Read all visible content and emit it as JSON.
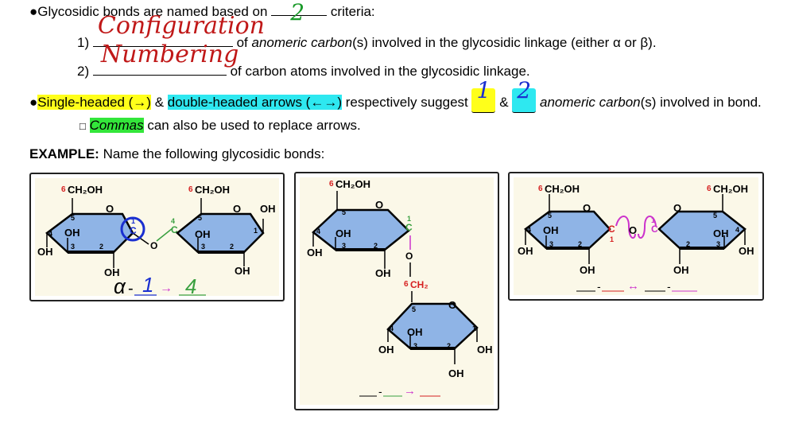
{
  "line1": {
    "bullet": "●",
    "prefix": "Glycosidic bonds are named based on ",
    "answer": "2",
    "suffix": " criteria:"
  },
  "item1": {
    "num": "1)",
    "answer": "Configuration",
    "rest_italic": "anomeric carbon",
    "rest1": "(s) involved in the glycosidic linkage (either ",
    "alpha": "α",
    "or": " or ",
    "beta": "β",
    "close": ")."
  },
  "item1_of": " of ",
  "item2": {
    "num": "2)",
    "answer": "Numbering",
    "rest": " of carbon atoms involved in the glycosidic linkage."
  },
  "line4": {
    "bullet": "●",
    "single": "Single-headed (→)",
    "amp1": " & ",
    "double": "double-headed arrows (←→)",
    "mid": " respectively suggest ",
    "ans1": "1",
    "amp2": " & ",
    "ans2": "2",
    "tail_italic": " anomeric carbon",
    "tail": "(s) involved in bond."
  },
  "line5": {
    "box": "□",
    "commas": "Commas",
    "rest": " can also be used to replace arrows."
  },
  "example": {
    "bold": "EXAMPLE:",
    "rest": " Name the following glycosidic bonds:"
  },
  "panel1": {
    "ring_left": {
      "c6": "6",
      "ch2oh": "CH₂OH",
      "c5": "5",
      "o": "O",
      "c4": "4",
      "oh_ring": "OH",
      "c3": "3",
      "c2": "2",
      "c1": "1",
      "oh_left": "OH",
      "oh_bottom": "OH"
    },
    "link_c1": "1",
    "link_c": "C",
    "link_o": "O",
    "link_c4": "4",
    "link_c_right": "C",
    "ring_right": {
      "c6": "6",
      "ch2oh": "CH₂OH",
      "c5": "5",
      "o": "O",
      "oh_top": "OH",
      "oh_ring": "OH",
      "c3": "3",
      "c2": "2",
      "c1": "1",
      "oh_bottom": "OH"
    },
    "answer": {
      "alpha": "α",
      "dash": "-",
      "one": "1",
      "arrow": "→",
      "four": "4"
    }
  },
  "panel2": {
    "top": {
      "c6": "6",
      "ch2oh": "CH₂OH",
      "c5": "5",
      "o": "O",
      "c4": "4",
      "oh_ring": "OH",
      "c3": "3",
      "c2": "2",
      "c1": "1",
      "oh_left": "OH",
      "oh_bottom": "OH",
      "c_link": "C",
      "o_link": "O"
    },
    "ch2": "CH₂",
    "c6b": "6",
    "bottom": {
      "c5": "5",
      "o": "O",
      "c4": "4",
      "oh_ring": "OH",
      "c3": "3",
      "c2": "2",
      "c1": "1",
      "oh_left": "OH",
      "oh_right": "OH",
      "oh_bottom": "OH"
    },
    "answer": {
      "dash": "-",
      "arrow": "→"
    }
  },
  "panel3": {
    "left": {
      "c6": "6",
      "ch2oh": "CH₂OH",
      "c5": "5",
      "o": "O",
      "c4": "4",
      "oh_ring": "OH",
      "c3": "3",
      "c2": "2",
      "oh_left": "OH",
      "oh_bottom": "OH"
    },
    "link": {
      "c_left": "C",
      "c1_left": "1",
      "o": "O",
      "c_right": "C",
      "c1_right": "1"
    },
    "right": {
      "c6": "6",
      "ch2oh": "CH₂OH",
      "c5": "5",
      "o": "O",
      "oh_ring": "OH",
      "c4": "4",
      "c2": "2",
      "c3": "3",
      "oh_right": "OH",
      "oh_bottom": "OH"
    },
    "answer": {
      "dash1": "-",
      "arrow": "↔",
      "dash2": "-"
    }
  },
  "colors": {
    "ring": "#8fb4e6",
    "red": "#d62020",
    "green": "#3aa040",
    "magenta": "#cc33cc",
    "blue": "#1a2fd0",
    "hand_red": "#c01818"
  }
}
